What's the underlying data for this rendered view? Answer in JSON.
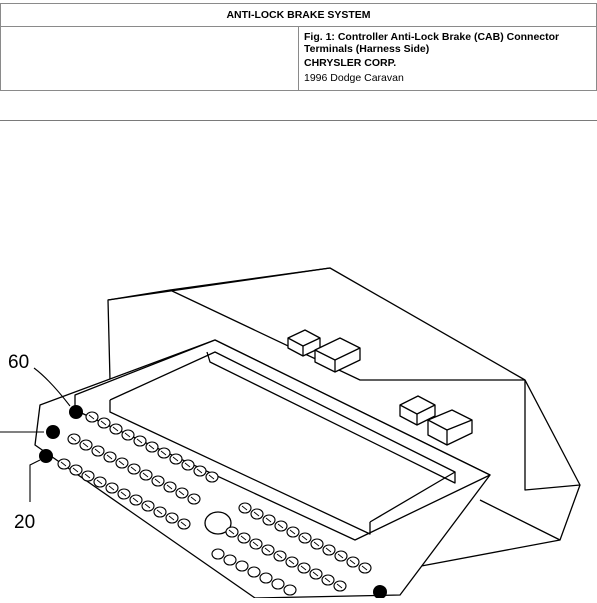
{
  "header": {
    "system_title": "ANTI-LOCK BRAKE SYSTEM",
    "figure_title": "Fig. 1: Controller Anti-Lock Brake (CAB) Connector Terminals (Harness Side)",
    "manufacturer": "CHRYSLER CORP.",
    "vehicle": "1996 Dodge Caravan"
  },
  "figure": {
    "callouts": {
      "pin_60": "60",
      "pin_20": "20"
    }
  }
}
